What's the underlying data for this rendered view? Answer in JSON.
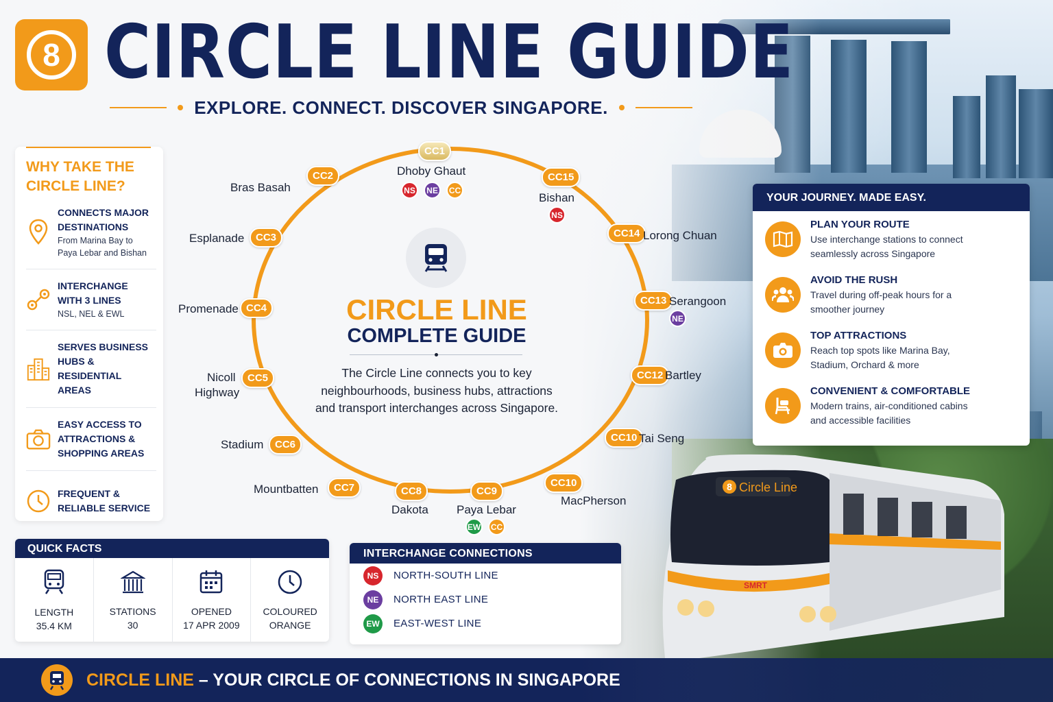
{
  "header": {
    "logo_number": "8",
    "title": "CIRCLE LINE GUIDE",
    "subtitle": "EXPLORE. CONNECT. DISCOVER SINGAPORE."
  },
  "colors": {
    "brand_orange": "#f29a1a",
    "navy": "#13245a",
    "ns_red": "#d7262d",
    "ne_purple": "#6b3ea0",
    "ew_green": "#1f9a48",
    "cc_orange": "#f29a1a"
  },
  "why": {
    "title_line1": "WHY TAKE THE",
    "title_line2": "CIRCLE LINE?",
    "items": [
      {
        "icon": "location-pin-icon",
        "line1": "CONNECTS MAJOR",
        "line2": "DESTINATIONS",
        "sub1": "From Marina Bay to",
        "sub2": "Paya Lebar and Bishan"
      },
      {
        "icon": "interchange-icon",
        "line1": "INTERCHANGE",
        "line2": "WITH 3 LINES",
        "sub1": "NSL, NEL & EWL",
        "sub2": ""
      },
      {
        "icon": "buildings-icon",
        "line1": "SERVES BUSINESS",
        "line2": "HUBS & RESIDENTIAL",
        "line3": "AREAS"
      },
      {
        "icon": "camera-icon",
        "line1": "EASY ACCESS TO",
        "line2": "ATTRACTIONS &",
        "line3": "SHOPPING AREAS"
      },
      {
        "icon": "clock-icon",
        "line1": "FREQUENT &",
        "line2": "RELIABLE SERVICE"
      }
    ]
  },
  "map": {
    "center_title": "CIRCLE LINE",
    "center_subtitle": "COMPLETE GUIDE",
    "center_desc_1": "The Circle Line connects you to key",
    "center_desc_2": "neighbourhoods, business hubs, attractions",
    "center_desc_3": "and transport interchanges across Singapore.",
    "stations": [
      {
        "code": "CC1",
        "name": "Dhoby Ghaut"
      },
      {
        "code": "CC2",
        "name": "Bras Basah"
      },
      {
        "code": "CC3",
        "name": "Esplanade"
      },
      {
        "code": "CC4",
        "name": "Promenade"
      },
      {
        "code": "CC5",
        "name_1": "Nicoll",
        "name_2": "Highway"
      },
      {
        "code": "CC6",
        "name": "Stadium"
      },
      {
        "code": "CC7",
        "name": "Mountbatten"
      },
      {
        "code": "CC8",
        "name": "Dakota"
      },
      {
        "code": "CC9",
        "name": "Paya Lebar"
      },
      {
        "code": "CC10",
        "name": "MacPherson"
      },
      {
        "code": "CC10",
        "name": "Tai Seng"
      },
      {
        "code": "CC12",
        "name": "Bartley"
      },
      {
        "code": "CC13",
        "name": "Serangoon"
      },
      {
        "code": "CC14",
        "name": "Lorong Chuan"
      },
      {
        "code": "CC15",
        "name": "Bishan"
      }
    ],
    "interchange_badges": {
      "dhoby_ns": "NS",
      "dhoby_ne": "NE",
      "dhoby_cc": "CC",
      "bishan_ns": "NS",
      "serangoon_ne": "NE",
      "paya_ew": "EW",
      "paya_cc": "CC"
    }
  },
  "journey": {
    "heading": "YOUR JOURNEY. MADE EASY.",
    "items": [
      {
        "icon": "map-icon",
        "title": "PLAN YOUR ROUTE",
        "desc1": "Use interchange stations to connect",
        "desc2": "seamlessly across Singapore"
      },
      {
        "icon": "people-icon",
        "title": "AVOID THE RUSH",
        "desc1": "Travel during off-peak hours for a",
        "desc2": "smoother journey"
      },
      {
        "icon": "camera-icon",
        "title": "TOP ATTRACTIONS",
        "desc1": "Reach top spots like Marina Bay,",
        "desc2": "Stadium, Orchard & more"
      },
      {
        "icon": "seat-icon",
        "title": "CONVENIENT & COMFORTABLE",
        "desc1": "Modern trains, air-conditioned cabins",
        "desc2": "and accessible facilities"
      }
    ]
  },
  "train": {
    "destination_number": "8",
    "destination_text": "Circle Line",
    "operator": "SMRT"
  },
  "facts": {
    "heading": "QUICK FACTS",
    "items": [
      {
        "icon": "train-icon",
        "label": "LENGTH",
        "value": "35.4 KM"
      },
      {
        "icon": "station-icon",
        "label": "STATIONS",
        "value": "30"
      },
      {
        "icon": "calendar-icon",
        "label": "OPENED",
        "value": "17 APR 2009"
      },
      {
        "icon": "clock-icon",
        "label": "COLOURED",
        "value": "ORANGE"
      }
    ]
  },
  "interchange": {
    "heading": "INTERCHANGE CONNECTIONS",
    "items": [
      {
        "code": "NS",
        "label": "NORTH-SOUTH LINE"
      },
      {
        "code": "NE",
        "label": "NORTH EAST LINE"
      },
      {
        "code": "EW",
        "label": "EAST-WEST LINE"
      }
    ]
  },
  "footer": {
    "highlight": "CIRCLE LINE",
    "rest": " – YOUR CIRCLE OF CONNECTIONS IN SINGAPORE"
  }
}
